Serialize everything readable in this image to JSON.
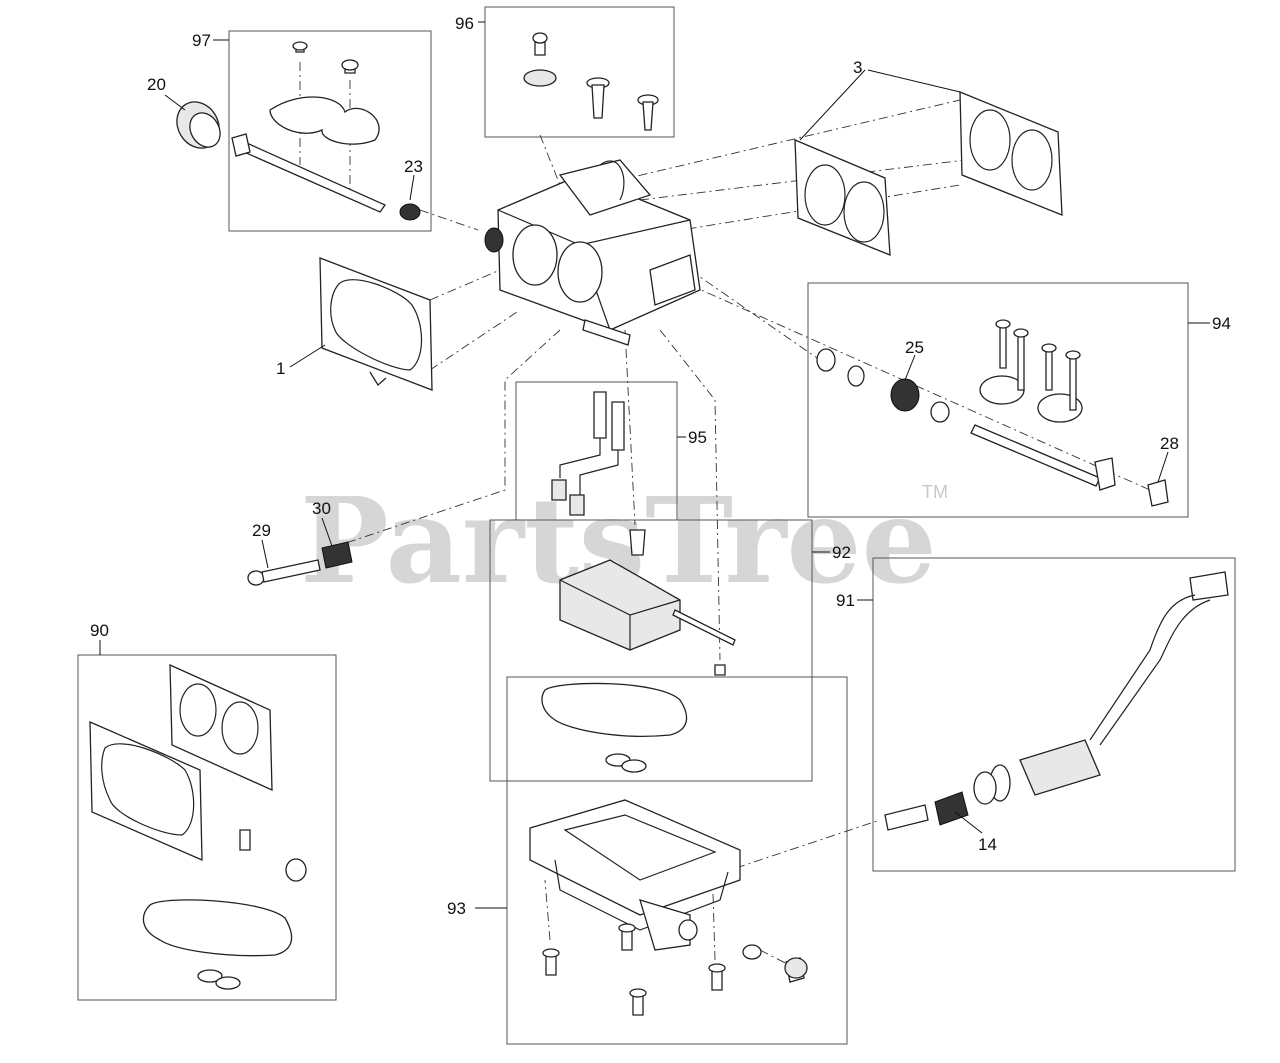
{
  "watermark": {
    "text": "PartsTree",
    "trademark": "TM"
  },
  "callouts": {
    "c1": "1",
    "c3": "3",
    "c14": "14",
    "c20": "20",
    "c23": "23",
    "c25": "25",
    "c28": "28",
    "c29": "29",
    "c30": "30",
    "c90": "90",
    "c91": "91",
    "c92": "92",
    "c93": "93",
    "c94": "94",
    "c95": "95",
    "c96": "96",
    "c97": "97"
  }
}
